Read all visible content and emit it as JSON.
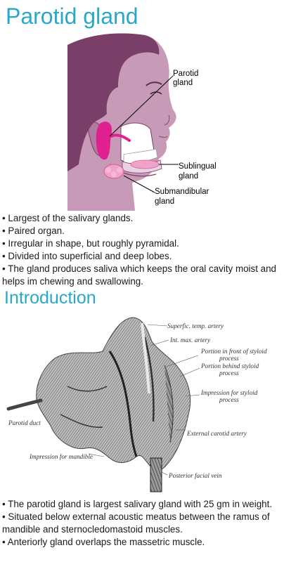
{
  "page_title": "Parotid gland",
  "figure1": {
    "labels": {
      "parotid_line1": "Parotid",
      "parotid_line2": "gland",
      "sublingual_line1": "Sublingual",
      "sublingual_line2": "gland",
      "submandibular_line1": "Submandibular",
      "submandibular_line2": "gland"
    },
    "colors": {
      "skin": "#c79ab8",
      "hair": "#7a3f68",
      "gland": "#e0208e",
      "teeth": "#ffffff"
    }
  },
  "summary_points": [
    "Largest of the salivary glands.",
    "Paired organ.",
    "Irregular in shape, but roughly pyramidal.",
    "Divided into superficial and deep lobes.",
    "The gland produces saliva which keeps the oral cavity moist and helps im chewing and swallowing."
  ],
  "section_title": "Introduction",
  "figure2": {
    "labels": {
      "superfic_temp_artery": "Superfic. temp. artery",
      "int_max_artery": "Int. max. artery",
      "portion_front_line1": "Portion in front of styloid",
      "portion_front_line2": "process",
      "portion_behind_line1": "Portion behind styloid",
      "portion_behind_line2": "process",
      "impression_styloid_line1": "Impression for styloid",
      "impression_styloid_line2": "process",
      "parotid_duct": "Parotid duct",
      "external_carotid_artery": "External carotid artery",
      "impression_mandible": "Impression for mandible",
      "posterior_facial_vein": "Posterior facial vein"
    }
  },
  "intro_points": [
    "The parotid gland is largest salivary gland with 25 gm in weight.",
    "Situated below external acoustic meatus between the ramus of mandible and sternocledomastoid muscles.",
    "Anteriorly gland overlaps the massetric muscle."
  ]
}
